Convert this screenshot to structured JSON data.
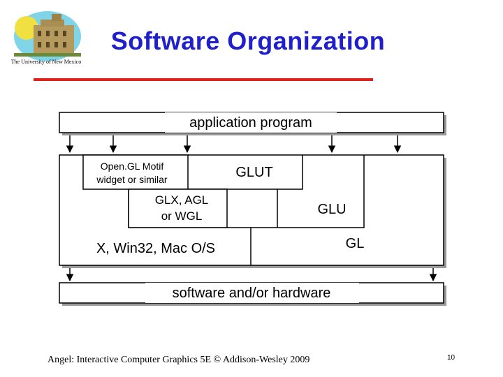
{
  "logo": {
    "caption": "The University of New Mexico",
    "sky_color": "#80d4e8",
    "sun_color": "#f0e040",
    "building_color": "#b49a5c"
  },
  "title": "Software Organization",
  "colors": {
    "title": "#1f1fcc",
    "rule": "#e0201c",
    "shadow": "#9a9a9a",
    "box_stroke": "#000000"
  },
  "diagram": {
    "application": "application program",
    "opengl_motif": [
      "Open.GL Motif",
      "widget or similar"
    ],
    "glut": "GLUT",
    "glx": [
      "GLX, AGL",
      "or WGL"
    ],
    "glu": "GLU",
    "os": "X, Win32, Mac O/S",
    "gl": "GL",
    "hardware": "software and/or hardware"
  },
  "footer": "Angel: Interactive Computer Graphics 5E © Addison-Wesley 2009",
  "page_number": "10"
}
